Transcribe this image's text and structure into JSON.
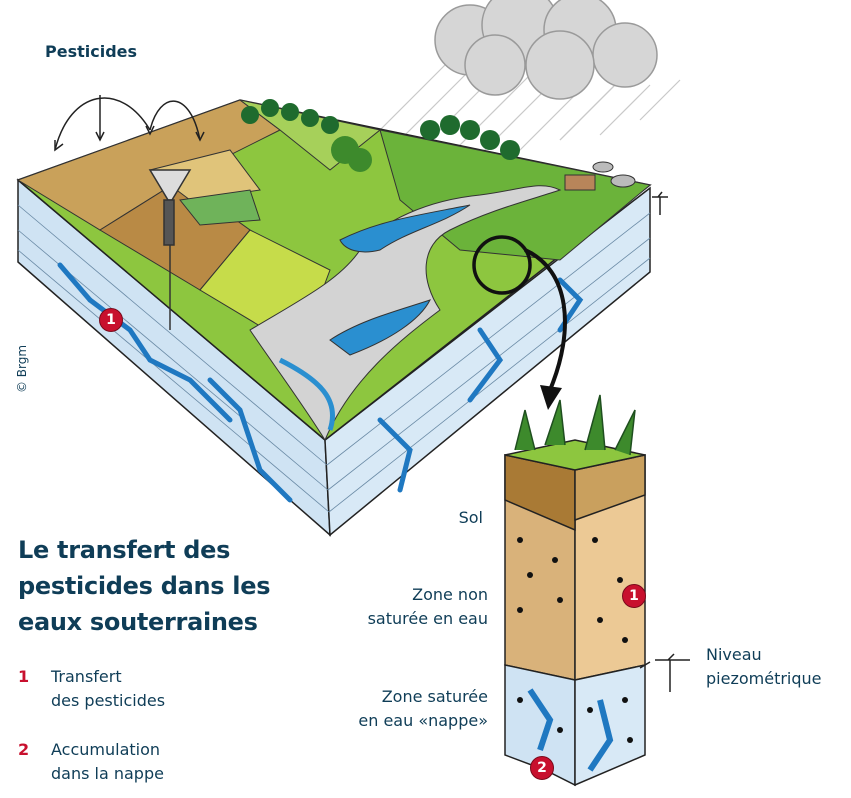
{
  "title": "Le transfert des pesticides dans les eaux souterraines",
  "title_lines": [
    "Le transfert des",
    "pesticides dans les",
    "eaux souterraines"
  ],
  "pesticides_label": "Pesticides",
  "credit": "© Brgm",
  "legend": [
    {
      "number": "1",
      "lines": [
        "Transfert",
        "des pesticides"
      ]
    },
    {
      "number": "2",
      "lines": [
        "Accumulation",
        "dans la nappe"
      ]
    }
  ],
  "column_labels": {
    "sol": "Sol",
    "zone_non_saturee": [
      "Zone non",
      "saturée en eau"
    ],
    "zone_saturee": [
      "Zone saturée",
      "en eau «nappe»"
    ],
    "niveau": [
      "Niveau",
      "piezométrique"
    ]
  },
  "badges": [
    "1",
    "1",
    "2"
  ],
  "colors": {
    "text": "#0f3d57",
    "badge": "#c8102e",
    "water": "#2a8fd0",
    "limestone": "#cfe3f3",
    "grass": "#6bb33a",
    "soil": "#c89b5a"
  }
}
